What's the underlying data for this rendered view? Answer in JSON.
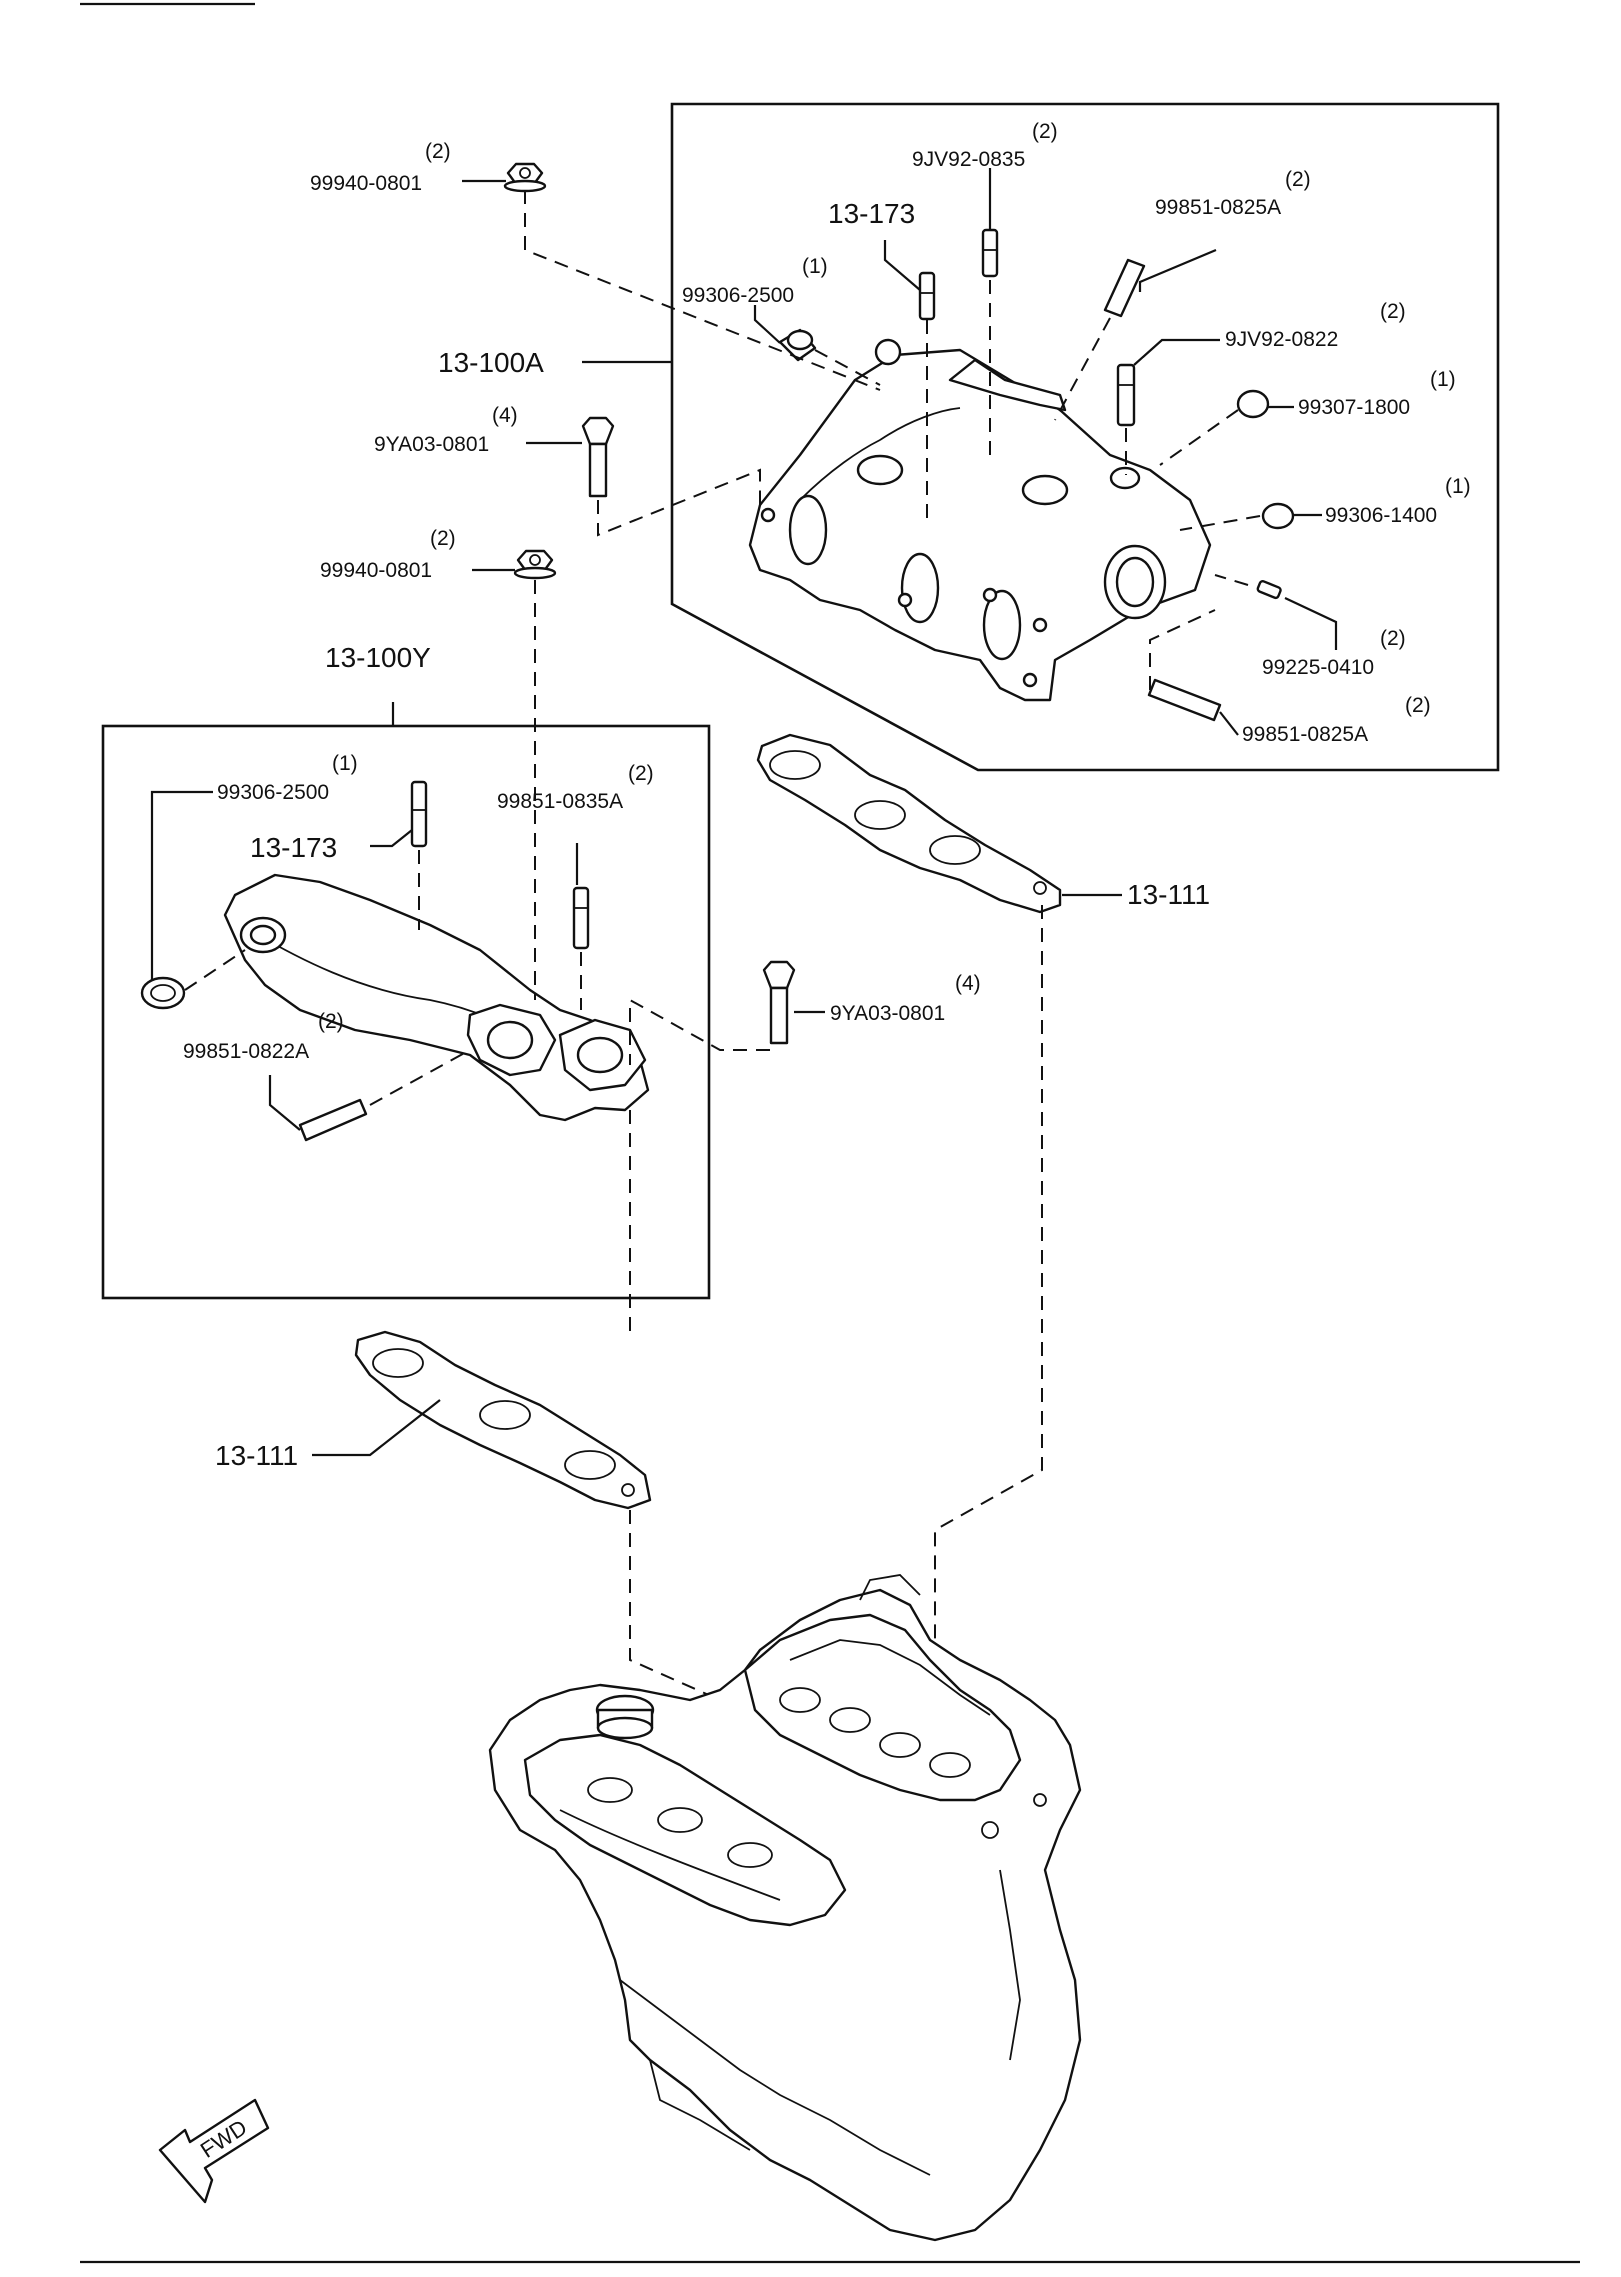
{
  "labels": {
    "nut_top": {
      "qty": "(2)",
      "part": "99940-0801"
    },
    "stud_top": {
      "qty": "(2)",
      "part": "9JV92-0835"
    },
    "stud_right": {
      "qty": "(2)",
      "part": "99851-0825A"
    },
    "ref_173_top": {
      "part": "13-173"
    },
    "plug_top": {
      "qty": "(1)",
      "part": "99306-2500"
    },
    "stud_9jv_0822": {
      "qty": "(2)",
      "part": "9JV92-0822"
    },
    "ref_100a": {
      "part": "13-100A"
    },
    "plug_1800": {
      "qty": "(1)",
      "part": "99307-1800"
    },
    "bolt_top": {
      "qty": "(4)",
      "part": "9YA03-0801"
    },
    "plug_1400": {
      "qty": "(1)",
      "part": "99306-1400"
    },
    "nut_mid": {
      "qty": "(2)",
      "part": "99940-0801"
    },
    "pin_0410": {
      "qty": "(2)",
      "part": "99225-0410"
    },
    "ref_100y": {
      "part": "13-100Y"
    },
    "stud_lower_right": {
      "qty": "(2)",
      "part": "99851-0825A"
    },
    "plug_left": {
      "qty": "(1)",
      "part": "99306-2500"
    },
    "stud_0835a": {
      "qty": "(2)",
      "part": "99851-0835A"
    },
    "ref_173_left": {
      "part": "13-173"
    },
    "ref_111_right": {
      "part": "13-111"
    },
    "bolt_mid": {
      "qty": "(4)",
      "part": "9YA03-0801"
    },
    "stud_0822a": {
      "qty": "(2)",
      "part": "99851-0822A"
    },
    "ref_111_left": {
      "part": "13-111"
    }
  },
  "fwd_marker": "FWD"
}
